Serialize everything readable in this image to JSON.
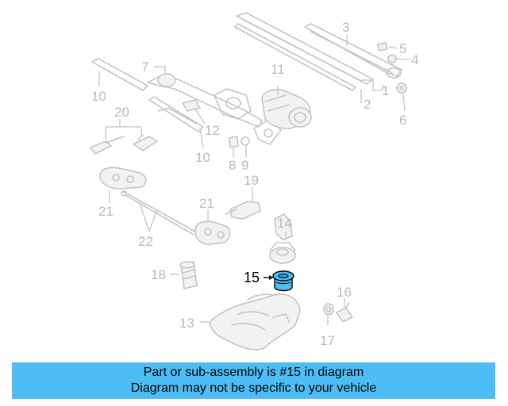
{
  "diagram": {
    "callouts": [
      "3",
      "5",
      "4",
      "1",
      "2",
      "6",
      "11",
      "7",
      "10",
      "12",
      "20",
      "10",
      "8",
      "9",
      "19",
      "21",
      "21",
      "22",
      "14",
      "18",
      "15",
      "16",
      "13",
      "17"
    ],
    "highlighted": "15",
    "colors": {
      "line": "#c4c4c4",
      "label": "#b9b9b9",
      "highlight_fill": "#4dbef5",
      "highlight_label": "#000000"
    }
  },
  "banner": {
    "line1": "Part or sub-assembly is #15 in diagram",
    "line2": "Diagram may not be specific to your vehicle",
    "color": "#4dbef5"
  }
}
